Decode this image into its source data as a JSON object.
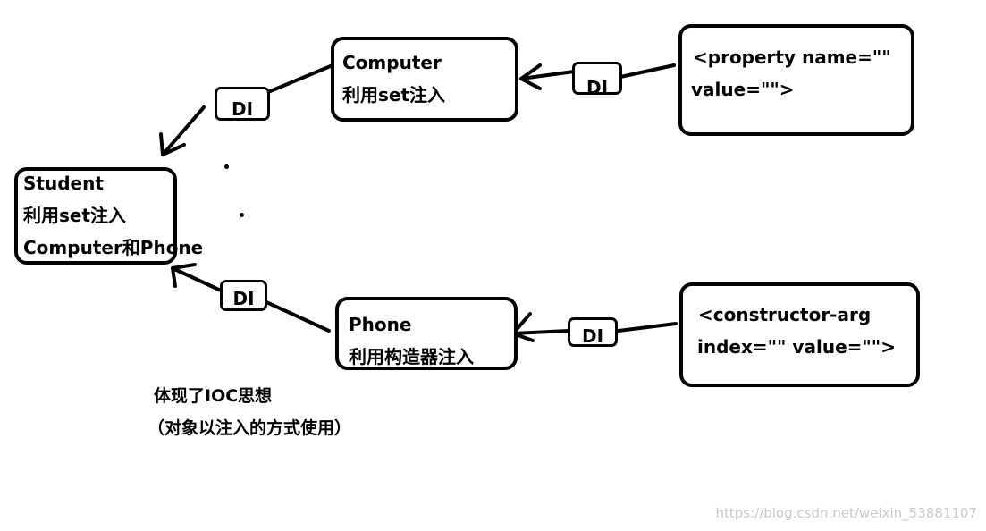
{
  "nodes": {
    "student": {
      "line1": "Student",
      "line2": "利用set注入",
      "line3": "Computer和Phone"
    },
    "computer": {
      "line1": "Computer",
      "line2": "利用set注入"
    },
    "phone": {
      "line1": "Phone",
      "line2": "利用构造器注入"
    },
    "property_tag": {
      "line1": "<property name=\"\"",
      "line2": "value=\"\">"
    },
    "constructor_tag": {
      "line1": "<constructor-arg",
      "line2": "index=\"\" value=\"\">"
    }
  },
  "connectors": {
    "di_computer_to_student": "DI",
    "di_property_to_computer": "DI",
    "di_phone_to_student": "DI",
    "di_constructor_to_phone": "DI"
  },
  "caption": {
    "line1": "体现了IOC思想",
    "line2": "（对象以注入的方式使用）"
  },
  "watermark": "https://blog.csdn.net/weixin_53881107"
}
